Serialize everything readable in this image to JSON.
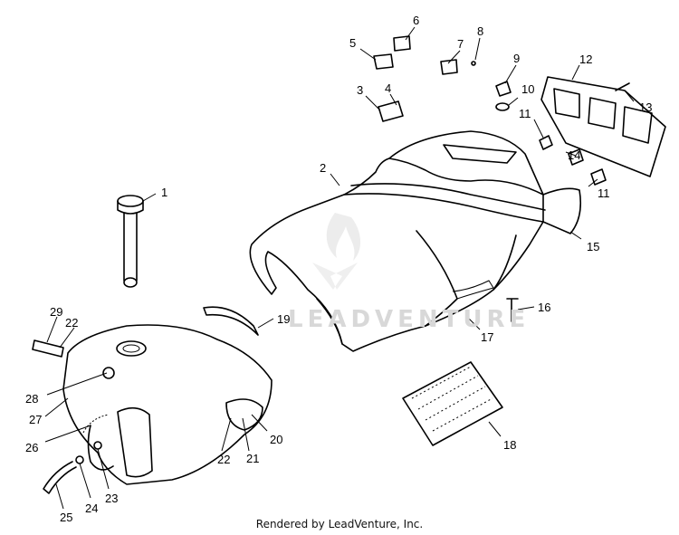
{
  "watermark": {
    "text": "LEADVENTURE"
  },
  "footer": {
    "text": "Rendered by LeadVenture, Inc."
  },
  "callouts": [
    "1",
    "2",
    "3",
    "4",
    "5",
    "6",
    "7",
    "8",
    "9",
    "10",
    "11",
    "12",
    "13",
    "14",
    "11",
    "15",
    "16",
    "17",
    "18",
    "19",
    "20",
    "21",
    "22",
    "22",
    "23",
    "24",
    "25",
    "26",
    "27",
    "28",
    "29"
  ],
  "icons": {
    "watermark_logo": "flame-v-logo-icon"
  }
}
